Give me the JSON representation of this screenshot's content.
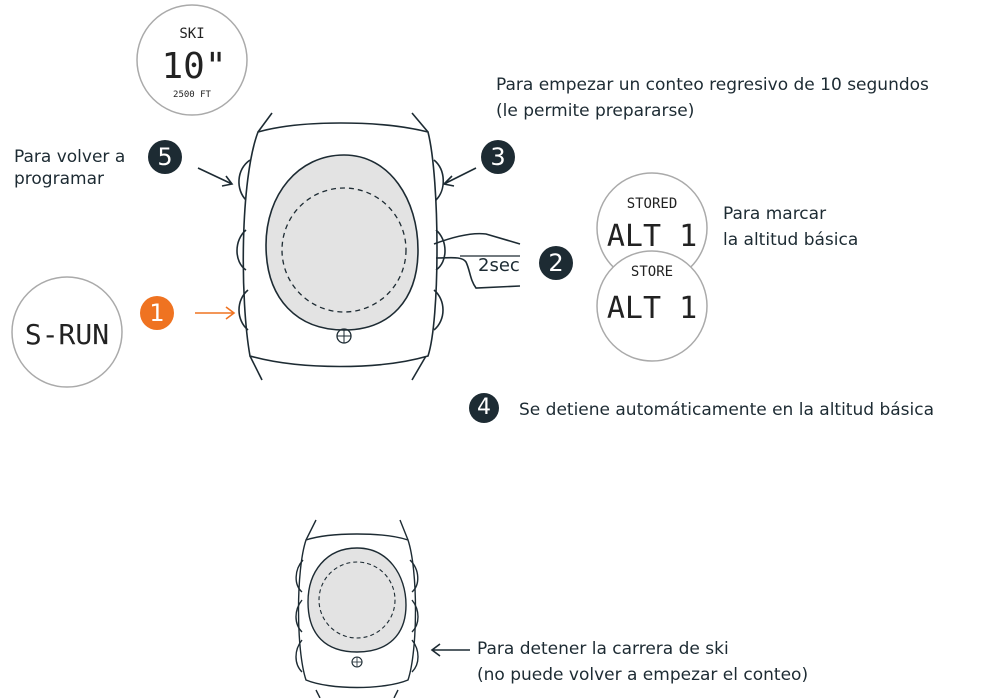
{
  "labels": {
    "empezar": [
      "Para empezar un conteo regresivo de 10 segundos",
      "(le permite prepararse)"
    ],
    "volver": [
      "Para volver a",
      "programar"
    ],
    "marcar": [
      "Para marcar",
      "la altitud básica"
    ],
    "detiene": "Se detiene automáticamente en la altitud básica",
    "detener": [
      "Para detener la carrera de ski",
      "(no puede volver a empezar el conteo)"
    ],
    "sec": "2sec"
  },
  "steps": [
    "1",
    "2",
    "3",
    "4",
    "5"
  ],
  "displays": {
    "ski": {
      "title": "SKI",
      "value": "10\"",
      "alt": "2500 FT"
    },
    "stored": {
      "title": "STORED",
      "value": "ALT 1"
    },
    "store": {
      "title": "STORE",
      "value": "ALT 1"
    },
    "srun": {
      "value": "S-RUN"
    }
  },
  "colors": {
    "dark": "#1d2b33",
    "orange": "#ef7321",
    "face": "#e3e3e3"
  }
}
